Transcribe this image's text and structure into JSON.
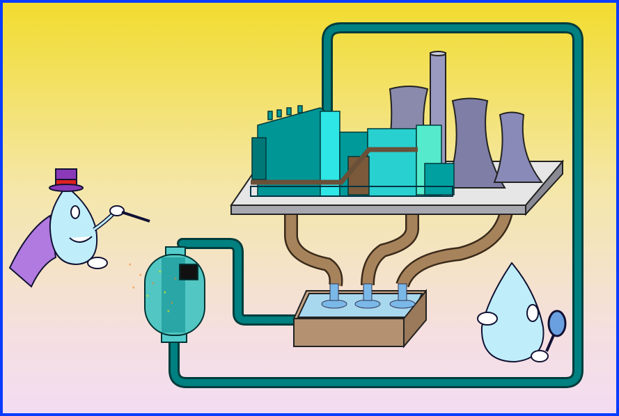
{
  "scene": {
    "colors": {
      "border": "#0a3cff",
      "pipe": "#007b7b",
      "factory": "#00a3a3",
      "factory_light": "#33e6e6",
      "cooling_tower": "#8a8aaa",
      "hose": "#9b7a55",
      "tank_box": "#b09070",
      "water": "#aee8f5",
      "droplet": "#bfeefa",
      "cape": "#b07ae0",
      "hat": "#8a3ab8"
    },
    "elements": [
      "power-plant",
      "cooling-towers",
      "treatment-tank",
      "filter-vessel",
      "wizard-water-drop",
      "inspector-water-drop",
      "pipe-loop"
    ]
  }
}
